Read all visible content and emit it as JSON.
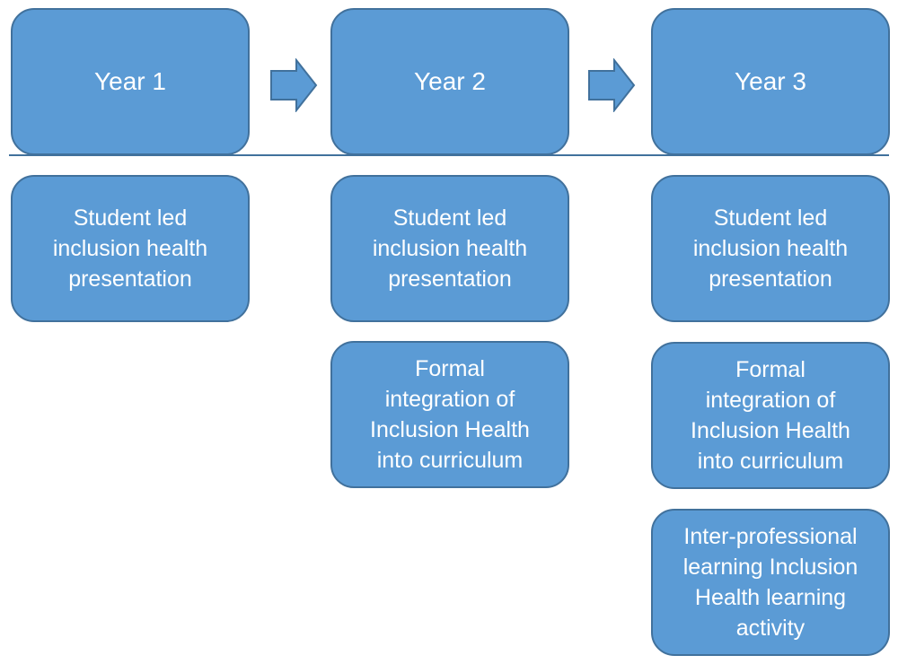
{
  "colors": {
    "box_fill": "#5b9bd5",
    "box_border": "#41719c",
    "text": "#ffffff"
  },
  "columns": [
    {
      "header": "Year 1",
      "items": [
        "Student led\ninclusion health\npresentation"
      ]
    },
    {
      "header": "Year 2",
      "items": [
        "Student led\ninclusion health\npresentation",
        "Formal\nintegration of\nInclusion Health\ninto curriculum"
      ]
    },
    {
      "header": "Year 3",
      "items": [
        "Student led\ninclusion health\npresentation",
        "Formal\nintegration of\nInclusion Health\ninto curriculum",
        "Inter-professional\nlearning Inclusion\nHealth learning\nactivity"
      ]
    }
  ]
}
